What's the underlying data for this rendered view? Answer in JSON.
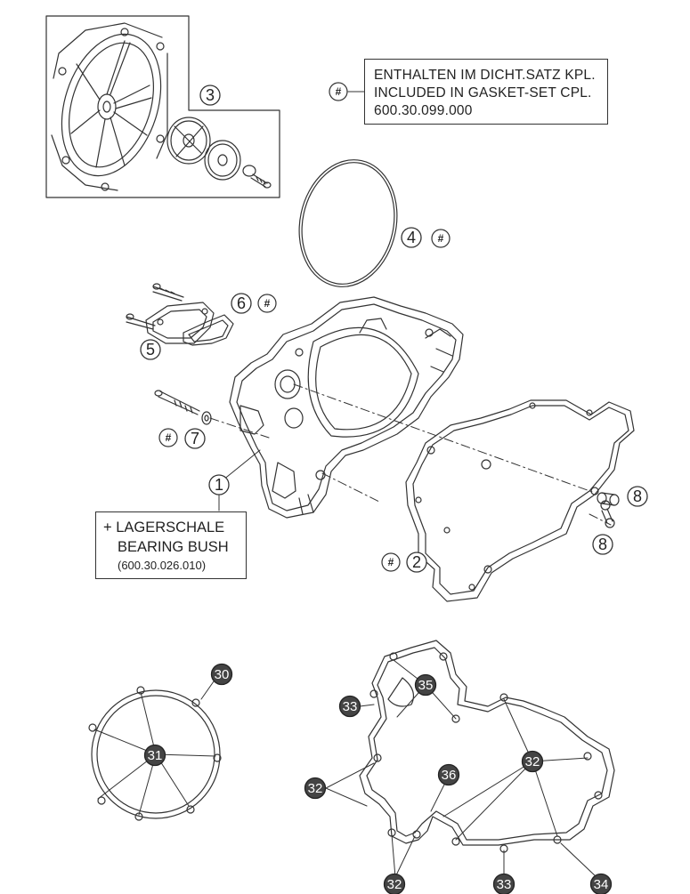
{
  "gasket_note": {
    "symbol": "#",
    "line1": "ENTHALTEN IM DICHT.SATZ KPL.",
    "line2": "INCLUDED IN GASKET-SET CPL.",
    "part_number": "600.30.099.000"
  },
  "bearing_note": {
    "line1": "+ LAGERSCHALE",
    "line2": "BEARING BUSH",
    "part_number": "(600.30.026.010)"
  },
  "callouts": {
    "c1": "1",
    "c2": "2",
    "c3": "3",
    "c4": "4",
    "c5": "5",
    "c6": "6",
    "c7": "7",
    "c8a": "8",
    "c8b": "8",
    "hash": "#"
  },
  "dark_callouts": {
    "c30": "30",
    "c31": "31",
    "c32a": "32",
    "c32b": "32",
    "c32c": "32",
    "c33a": "33",
    "c33b": "33",
    "c34": "34",
    "c35": "35",
    "c36": "36"
  },
  "colors": {
    "line": "#333333",
    "dark_callout_fill": "#444444",
    "background": "#ffffff"
  }
}
